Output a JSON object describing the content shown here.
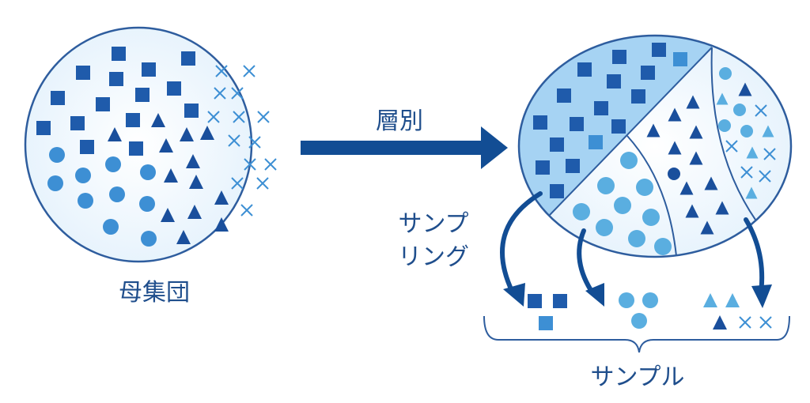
{
  "labels": {
    "population": "母集団",
    "stratify": "層別",
    "sampling_line1": "サンプ",
    "sampling_line2": "リング",
    "sample": "サンプル"
  },
  "colors": {
    "dark_blue": "#1f5bab",
    "navy": "#1a4f9c",
    "light_blue": "#5aaee0",
    "outline": "#2e5d9e",
    "fill_pale": "#eef6fd",
    "fill_stratum": "#a6d3f3",
    "arrow": "#124d94"
  }
}
